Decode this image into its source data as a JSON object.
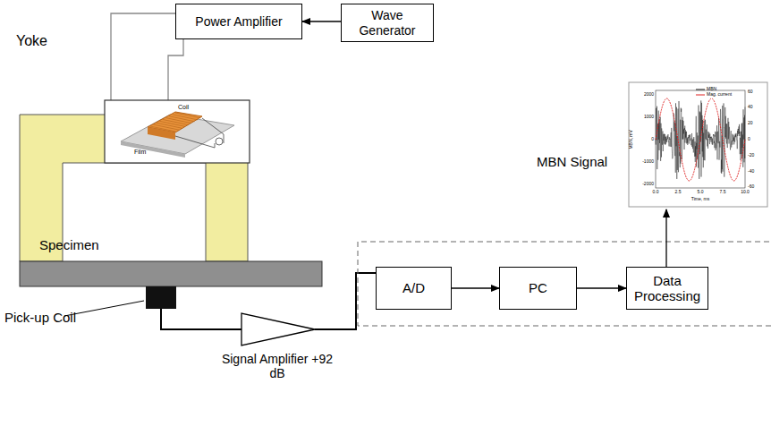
{
  "diagram": {
    "nodes": [
      {
        "text": [
          "Power Amplifier"
        ]
      },
      {
        "text": [
          "Wave Generator"
        ]
      },
      {
        "text": [
          "A/D"
        ]
      },
      {
        "text": [
          "PC"
        ]
      },
      {
        "text": [
          "Data Processing"
        ]
      }
    ],
    "edges": [
      {
        "from": 1,
        "to": 0,
        "arrow": "to"
      },
      {
        "from": 2,
        "to": 3,
        "arrow": "to"
      },
      {
        "from": 3,
        "to": 4,
        "arrow": "to"
      }
    ],
    "labels": [
      "Yoke",
      "Coil",
      "Film",
      "Specimen",
      "Pick-up Coil",
      "Signal Amplifier +92 dB",
      "MBN Signal",
      "2000",
      "1000",
      "0",
      "-1000",
      "-2000",
      "0.0",
      "2.5",
      "5.0",
      "7.5",
      "10.0",
      "Time, ms",
      "MBN, mV",
      "60",
      "40",
      "20",
      "0",
      "-20",
      "-40",
      "-60",
      "MBN",
      "Mag. current"
    ]
  }
}
